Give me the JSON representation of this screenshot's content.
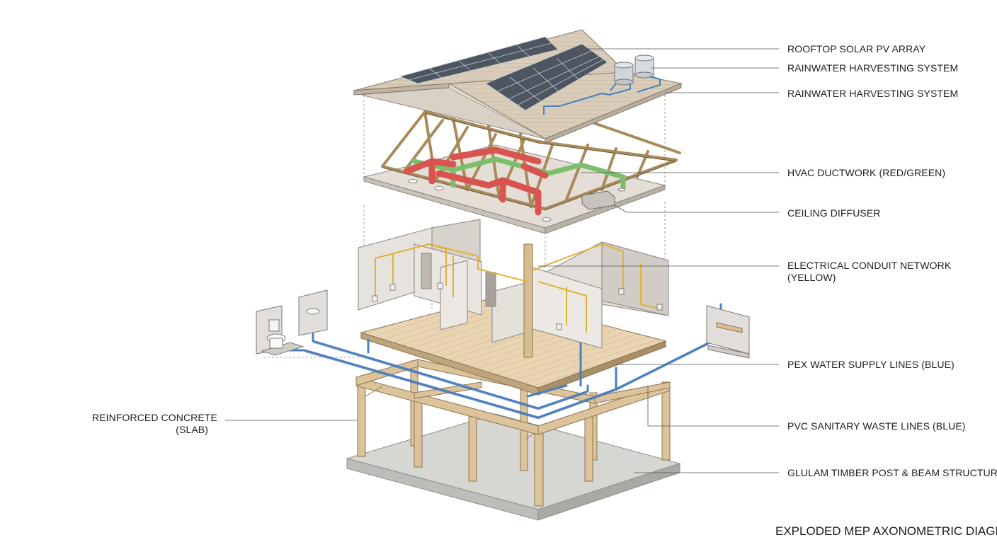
{
  "labels": {
    "rooftop_solar": "ROOFTOP SOLAR PV ARRAY",
    "rainwater_1": "RAINWATER HARVESTING SYSTEM",
    "rainwater_2": "RAINWATER HARVESTING SYSTEM",
    "hvac": "HVAC DUCTWORK (RED/GREEN)",
    "ceiling_diffuser": "CEILING DIFFUSER",
    "electrical_line1": "ELECTRICAL CONDUIT NETWORK",
    "electrical_line2": "(YELLOW)",
    "pex": "PEX WATER SUPPLY LINES (BLUE)",
    "pvc": "PVC SANITARY WASTE LINES (BLUE)",
    "glulam": "GLULAM TIMBER POST & BEAM STRUCTURE",
    "concrete_line1": "REINFORCED CONCRETE",
    "concrete_line2": "(SLAB)"
  },
  "title": "EXPLODED MEP AXONOMETRIC DIAGRAM",
  "colors": {
    "hvac_supply": "#d9534f",
    "hvac_return": "#7bbf6a",
    "electrical": "#e0b23a",
    "water": "#4a7fc0",
    "timber": "#d9bf94",
    "concrete": "#d2d2cf",
    "roof": "#d8cbb8",
    "solar": "#4d5560",
    "wall": "#e5e1dc",
    "floor": "#e7d3b1"
  }
}
